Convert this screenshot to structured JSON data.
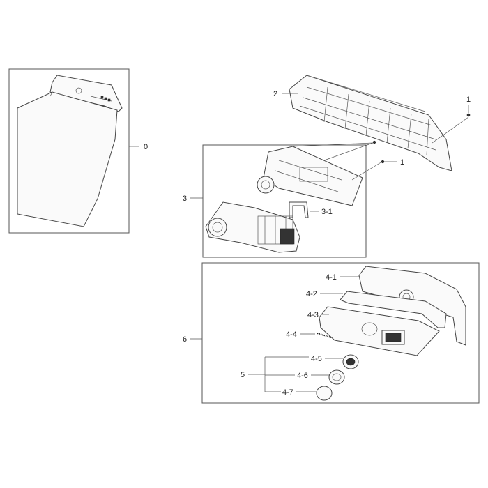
{
  "labels": {
    "l0": "0",
    "l1a": "1",
    "l1b": "1",
    "l2": "2",
    "l3": "3",
    "l3_1": "3-1",
    "l4_1": "4-1",
    "l4_2": "4-2",
    "l4_3": "4-3",
    "l4_4": "4-4",
    "l4_5": "4-5",
    "l4_6": "4-6",
    "l4_7": "4-7",
    "l5": "5",
    "l6": "6"
  }
}
